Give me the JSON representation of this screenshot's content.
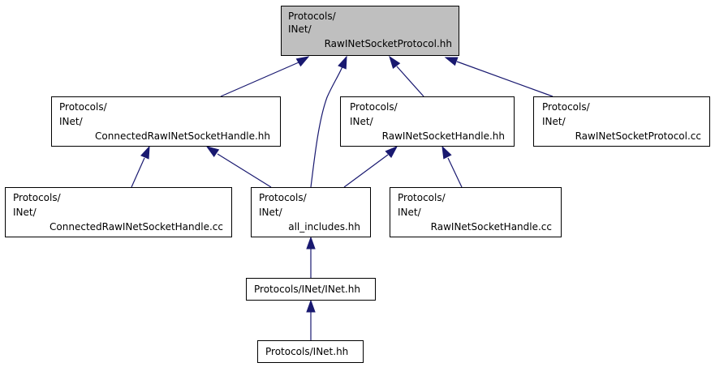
{
  "graph": {
    "arrow_color": "#191970",
    "root_fill": "#bfbfbf",
    "nodes": [
      {
        "id": "root",
        "lines": [
          "Protocols/",
          "INet/",
          "RawINetSocketProtocol.hh"
        ]
      },
      {
        "id": "connected_hh",
        "lines": [
          "Protocols/",
          "INet/",
          "ConnectedRawINetSocketHandle.hh"
        ]
      },
      {
        "id": "handle_hh",
        "lines": [
          "Protocols/",
          "INet/",
          "RawINetSocketHandle.hh"
        ]
      },
      {
        "id": "protocol_cc",
        "lines": [
          "Protocols/",
          "INet/",
          "RawINetSocketProtocol.cc"
        ]
      },
      {
        "id": "connected_cc",
        "lines": [
          "Protocols/",
          "INet/",
          "ConnectedRawINetSocketHandle.cc"
        ]
      },
      {
        "id": "all_includes",
        "lines": [
          "Protocols/",
          "INet/",
          "all_includes.hh"
        ]
      },
      {
        "id": "handle_cc",
        "lines": [
          "Protocols/",
          "INet/",
          "RawINetSocketHandle.cc"
        ]
      },
      {
        "id": "inet_inet_hh",
        "lines": [
          "Protocols/INet/INet.hh"
        ]
      },
      {
        "id": "inet_hh",
        "lines": [
          "Protocols/INet.hh"
        ]
      }
    ],
    "edges": [
      {
        "from": "connected_hh",
        "to": "root"
      },
      {
        "from": "all_includes",
        "to": "root"
      },
      {
        "from": "handle_hh",
        "to": "root"
      },
      {
        "from": "protocol_cc",
        "to": "root"
      },
      {
        "from": "connected_cc",
        "to": "connected_hh"
      },
      {
        "from": "all_includes",
        "to": "connected_hh"
      },
      {
        "from": "all_includes",
        "to": "handle_hh"
      },
      {
        "from": "handle_cc",
        "to": "handle_hh"
      },
      {
        "from": "inet_inet_hh",
        "to": "all_includes"
      },
      {
        "from": "inet_hh",
        "to": "inet_inet_hh"
      }
    ]
  }
}
